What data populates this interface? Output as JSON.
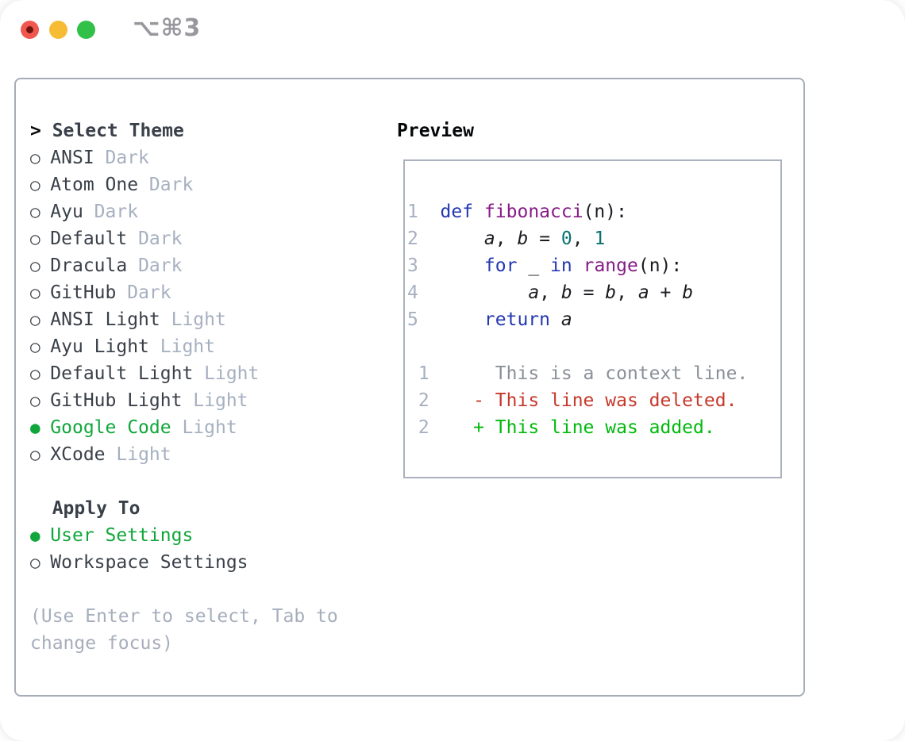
{
  "titlebar": {
    "shortcut": "⌥⌘3"
  },
  "icons": {
    "radio_unselected": "○",
    "radio_selected": "●",
    "prompt": ">"
  },
  "colors": {
    "selection_green": "#11A63C",
    "diff_added_green": "#00BA0C",
    "diff_deleted_red": "#C6392B",
    "diff_context_gray": "#8A9099",
    "keyword_blue": "#2438B2",
    "function_purple": "#861B86",
    "number_teal": "#0C7070",
    "line_number_gray": "#A6B0C0",
    "variant_gray": "#A6B0C0",
    "traffic_red": "#F0584F",
    "traffic_yellow": "#F7BC35",
    "traffic_green": "#33C048"
  },
  "theme_picker": {
    "prompt": ">",
    "title": "Select Theme",
    "items": [
      {
        "name": "ANSI",
        "variant": "Dark",
        "selected": false
      },
      {
        "name": "Atom One",
        "variant": "Dark",
        "selected": false
      },
      {
        "name": "Ayu",
        "variant": "Dark",
        "selected": false
      },
      {
        "name": "Default",
        "variant": "Dark",
        "selected": false
      },
      {
        "name": "Dracula",
        "variant": "Dark",
        "selected": false
      },
      {
        "name": "GitHub",
        "variant": "Dark",
        "selected": false
      },
      {
        "name": "ANSI Light",
        "variant": "Light",
        "selected": false
      },
      {
        "name": "Ayu Light",
        "variant": "Light",
        "selected": false
      },
      {
        "name": "Default Light",
        "variant": "Light",
        "selected": false
      },
      {
        "name": "GitHub Light",
        "variant": "Light",
        "selected": false
      },
      {
        "name": "Google Code",
        "variant": "Light",
        "selected": true
      },
      {
        "name": "XCode",
        "variant": "Light",
        "selected": false
      }
    ]
  },
  "apply_to": {
    "title": "Apply To",
    "options": [
      {
        "label": "User Settings",
        "selected": true
      },
      {
        "label": "Workspace Settings",
        "selected": false
      }
    ]
  },
  "help_text": "(Use Enter to select, Tab to change focus)",
  "preview": {
    "title": "Preview",
    "code_lines": [
      {
        "no": "1",
        "tokens": [
          [
            "def",
            "kw"
          ],
          [
            " ",
            "pl"
          ],
          [
            "fibonacci",
            "fn"
          ],
          [
            "(",
            "pl"
          ],
          [
            "n",
            "pl"
          ],
          [
            "):",
            "pl"
          ]
        ]
      },
      {
        "no": "2",
        "tokens": [
          [
            "    ",
            "pl"
          ],
          [
            "a",
            "var"
          ],
          [
            ", ",
            "pl"
          ],
          [
            "b",
            "var"
          ],
          [
            " = ",
            "pl"
          ],
          [
            "0",
            "num"
          ],
          [
            ", ",
            "pl"
          ],
          [
            "1",
            "num"
          ]
        ]
      },
      {
        "no": "3",
        "tokens": [
          [
            "    ",
            "pl"
          ],
          [
            "for",
            "kw"
          ],
          [
            " ",
            "pl"
          ],
          [
            "_",
            "pl"
          ],
          [
            " ",
            "pl"
          ],
          [
            "in",
            "kw"
          ],
          [
            " ",
            "pl"
          ],
          [
            "range",
            "fn"
          ],
          [
            "(n):",
            "pl"
          ]
        ]
      },
      {
        "no": "4",
        "tokens": [
          [
            "        ",
            "pl"
          ],
          [
            "a",
            "var"
          ],
          [
            ", ",
            "pl"
          ],
          [
            "b",
            "var"
          ],
          [
            " = ",
            "pl"
          ],
          [
            "b",
            "var"
          ],
          [
            ", ",
            "pl"
          ],
          [
            "a",
            "var"
          ],
          [
            " + ",
            "pl"
          ],
          [
            "b",
            "var"
          ]
        ]
      },
      {
        "no": "5",
        "tokens": [
          [
            "    ",
            "pl"
          ],
          [
            "return",
            "kw"
          ],
          [
            " ",
            "pl"
          ],
          [
            "a",
            "var"
          ]
        ]
      }
    ],
    "diff_lines": [
      {
        "no": "1",
        "marker": " ",
        "kind": "ctx",
        "text": "This is a context line."
      },
      {
        "no": "2",
        "marker": "-",
        "kind": "del",
        "text": "This line was deleted."
      },
      {
        "no": "2",
        "marker": "+",
        "kind": "add",
        "text": "This line was added."
      }
    ]
  }
}
